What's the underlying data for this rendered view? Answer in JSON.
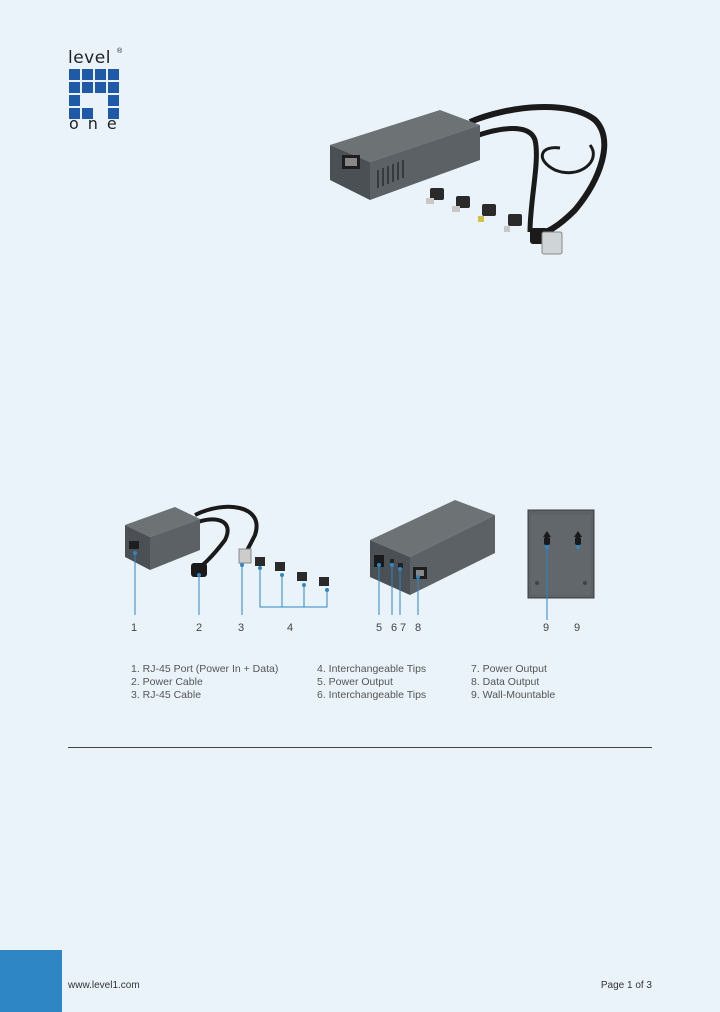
{
  "brand": {
    "logo_top": "level",
    "logo_reg": "®",
    "logo_bottom": "one"
  },
  "callouts": {
    "c1": "1",
    "c2": "2",
    "c3": "3",
    "c4": "4",
    "c5": "5",
    "c6": "6",
    "c7": "7",
    "c8": "8",
    "c9a": "9",
    "c9b": "9"
  },
  "legend": {
    "col1": [
      "1. RJ-45 Port (Power In + Data)",
      "2. Power Cable",
      "3. RJ-45 Cable"
    ],
    "col2": [
      "4. Interchangeable Tips",
      "5. Power Output",
      "6. Interchangeable Tips"
    ],
    "col3": [
      "7. Power Output",
      "8. Data Output",
      "9. Wall-Mountable"
    ]
  },
  "footer": {
    "url": "www.level1.com",
    "page": "Page 1 of 3"
  },
  "colors": {
    "background": "#eaf3f9",
    "accent": "#2f86c5",
    "logo_blue": "#1e5aa8"
  }
}
